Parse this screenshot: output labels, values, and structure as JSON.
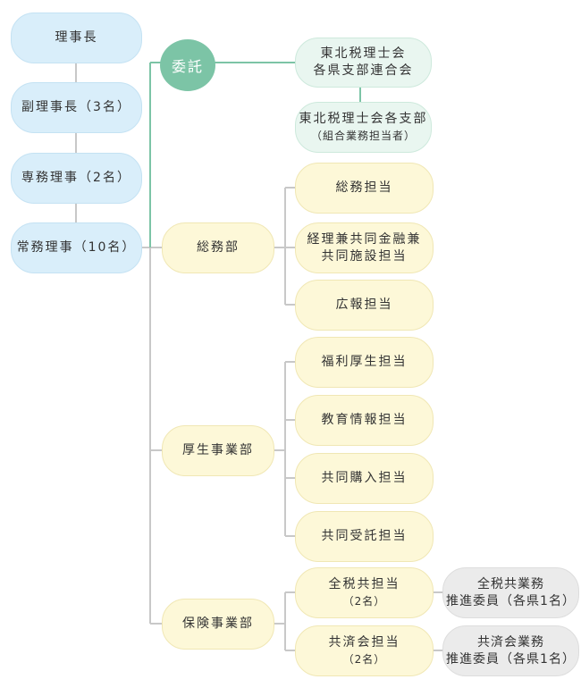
{
  "board": {
    "chairman": "理事長",
    "vice_chairman": "副理事長（3名）",
    "senior_director": "専務理事（2名）",
    "managing_director": "常務理事（10名）"
  },
  "entrust": {
    "label": "委託",
    "federation_line1": "東北税理士会",
    "federation_line2": "各県支部連合会",
    "branch_line1": "東北税理士会各支部",
    "branch_line2": "（組合業務担当者）"
  },
  "general_affairs": {
    "label": "総務部",
    "items": [
      {
        "line1": "総務担当",
        "line2": ""
      },
      {
        "line1": "経理兼共同金融兼",
        "line2": "共同施設担当"
      },
      {
        "line1": "広報担当",
        "line2": ""
      }
    ]
  },
  "welfare": {
    "label": "厚生事業部",
    "items": [
      "福利厚生担当",
      "教育情報担当",
      "共同購入担当",
      "共同受託担当"
    ]
  },
  "insurance": {
    "label": "保険事業部",
    "items": [
      {
        "line1": "全税共担当",
        "line2": "（2名）",
        "committee1": "全税共業務",
        "committee2": "推進委員（各県1名）"
      },
      {
        "line1": "共済会担当",
        "line2": "（2名）",
        "committee1": "共済会業務",
        "committee2": "推進委員（各県1名）"
      }
    ]
  },
  "colors": {
    "board": "#d9eefa",
    "department": "#fdf8d8",
    "entrust": "#7cc4a6",
    "external": "#e9f6f0",
    "committee": "#ebebeb",
    "line": "#c8c8c8"
  }
}
